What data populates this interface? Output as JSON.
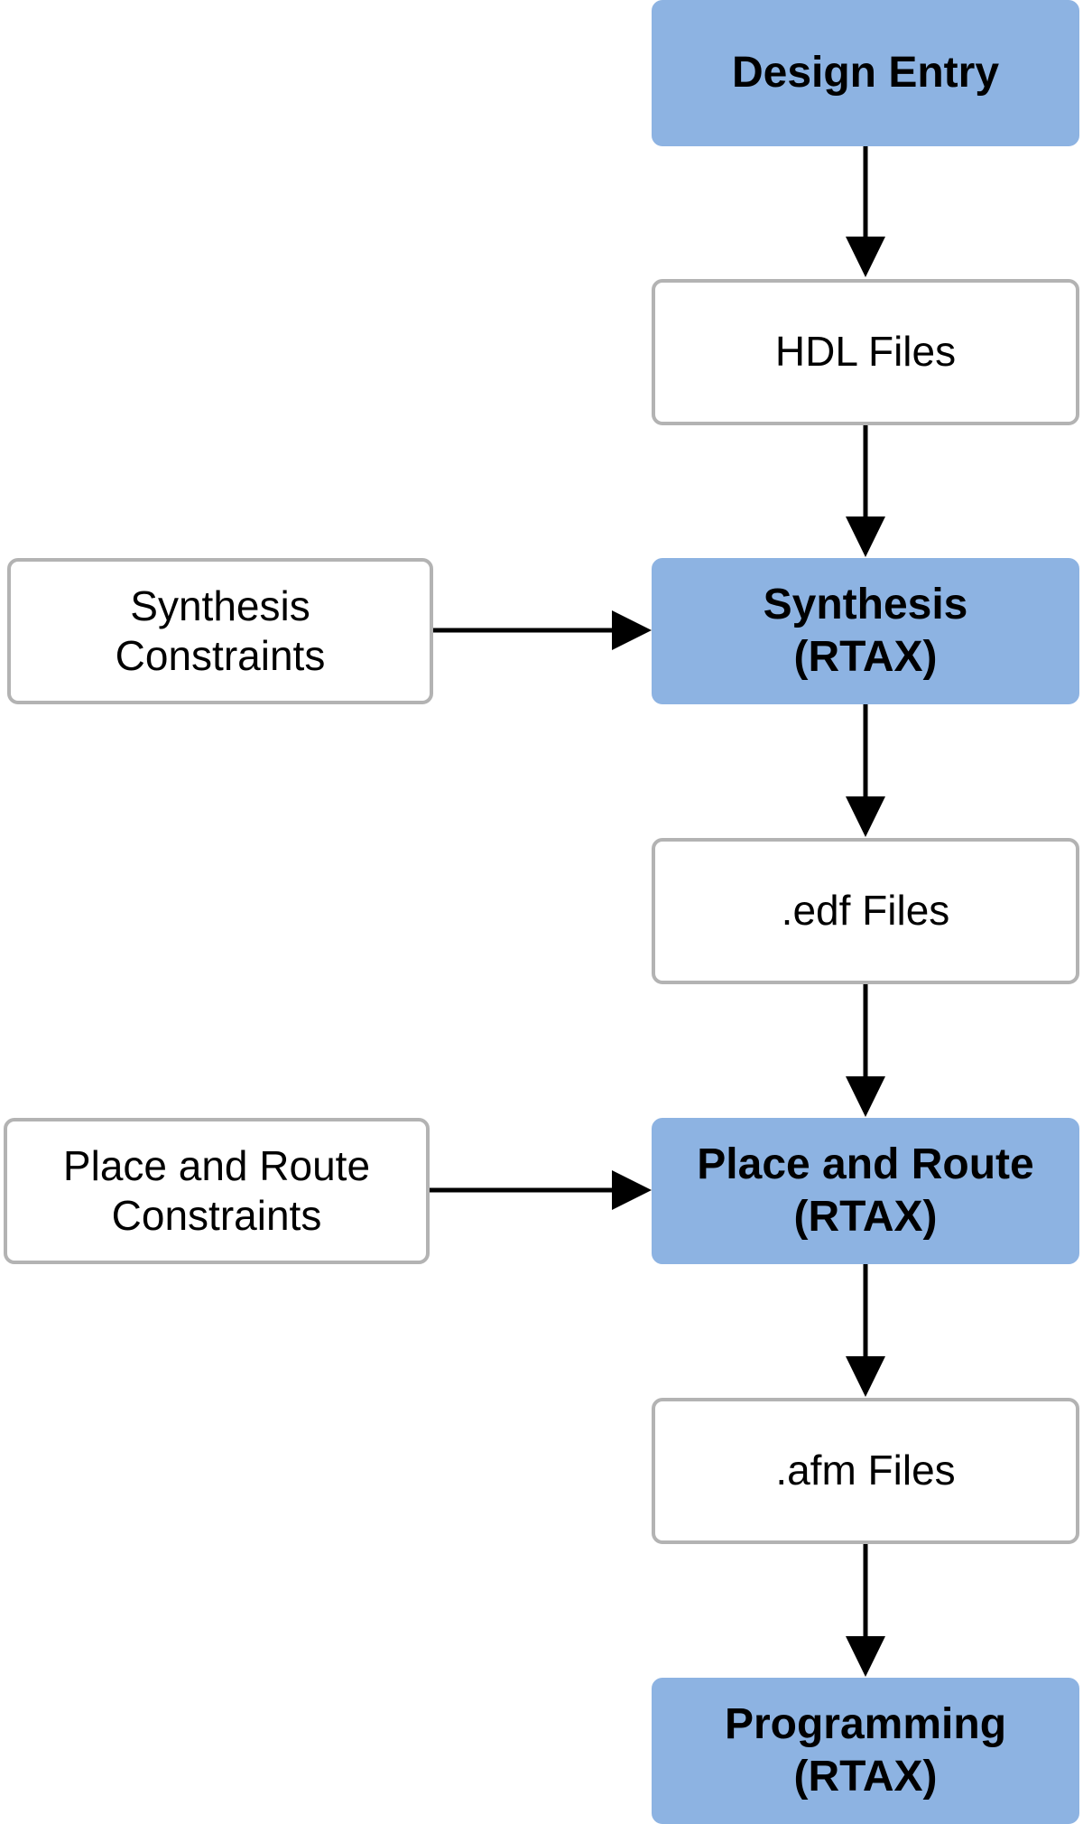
{
  "diagram": {
    "nodes": {
      "design_entry": {
        "lines": [
          "Design Entry"
        ],
        "kind": "process"
      },
      "hdl_files": {
        "lines": [
          "HDL Files"
        ],
        "kind": "artifact"
      },
      "synthesis": {
        "lines": [
          "Synthesis",
          "(RTAX)"
        ],
        "kind": "process"
      },
      "edf_files": {
        "lines": [
          ".edf Files"
        ],
        "kind": "artifact"
      },
      "place_route": {
        "lines": [
          "Place and Route",
          "(RTAX)"
        ],
        "kind": "process"
      },
      "afm_files": {
        "lines": [
          ".afm Files"
        ],
        "kind": "artifact"
      },
      "programming": {
        "lines": [
          "Programming",
          "(RTAX)"
        ],
        "kind": "process"
      },
      "synthesis_constraints": {
        "lines": [
          "Synthesis",
          "Constraints"
        ],
        "kind": "artifact"
      },
      "par_constraints": {
        "lines": [
          "Place and Route",
          "Constraints"
        ],
        "kind": "artifact"
      }
    },
    "edges": [
      {
        "from": "design_entry",
        "to": "hdl_files"
      },
      {
        "from": "hdl_files",
        "to": "synthesis"
      },
      {
        "from": "synthesis_constraints",
        "to": "synthesis"
      },
      {
        "from": "synthesis",
        "to": "edf_files"
      },
      {
        "from": "edf_files",
        "to": "place_route"
      },
      {
        "from": "par_constraints",
        "to": "place_route"
      },
      {
        "from": "place_route",
        "to": "afm_files"
      },
      {
        "from": "afm_files",
        "to": "programming"
      }
    ],
    "colors": {
      "process_fill": "#8db3e2",
      "artifact_border": "#b3b3b3",
      "arrow": "#000000"
    }
  }
}
